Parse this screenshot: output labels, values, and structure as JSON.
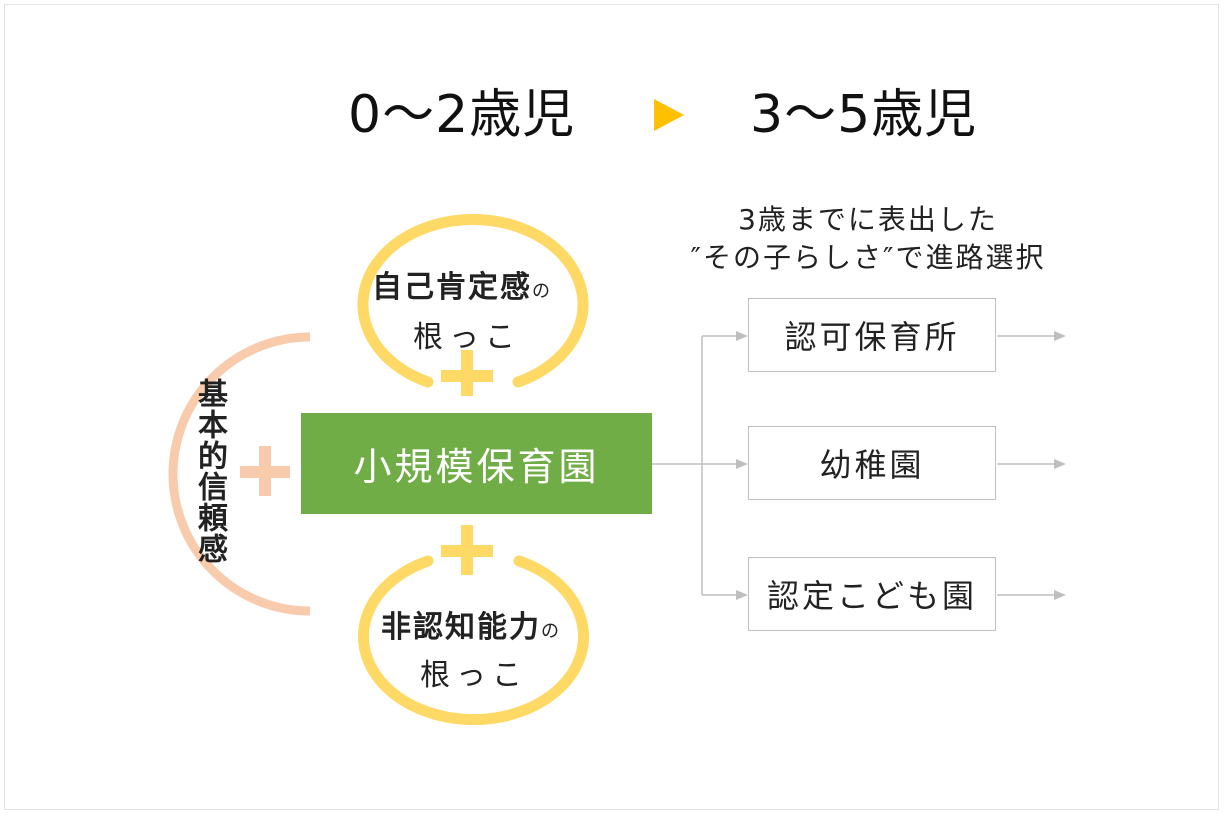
{
  "header": {
    "age_from": "0〜2歳児",
    "age_to": "3〜5歳児",
    "arrow_color": "#ffc000",
    "arrow_icon": "play-triangle-icon"
  },
  "center": {
    "label": "小規模保育園",
    "color": "#70ad47"
  },
  "top_circle": {
    "line1_main": "自己肯定感",
    "line1_suffix": "の",
    "line2": "根っこ",
    "color": "#ffd966"
  },
  "bottom_circle": {
    "line1_main": "非認知能力",
    "line1_suffix": "の",
    "line2": "根っこ",
    "color": "#ffd966"
  },
  "left_arc": {
    "label": "基本的信頼感",
    "color": "#f8cbad"
  },
  "plus_icon": "plus-icon",
  "note": {
    "line1": "3歳までに表出した",
    "line2": "″その子らしさ″で進路選択"
  },
  "destinations": [
    {
      "label": "認可保育所"
    },
    {
      "label": "幼稚園"
    },
    {
      "label": "認定こども園"
    }
  ]
}
